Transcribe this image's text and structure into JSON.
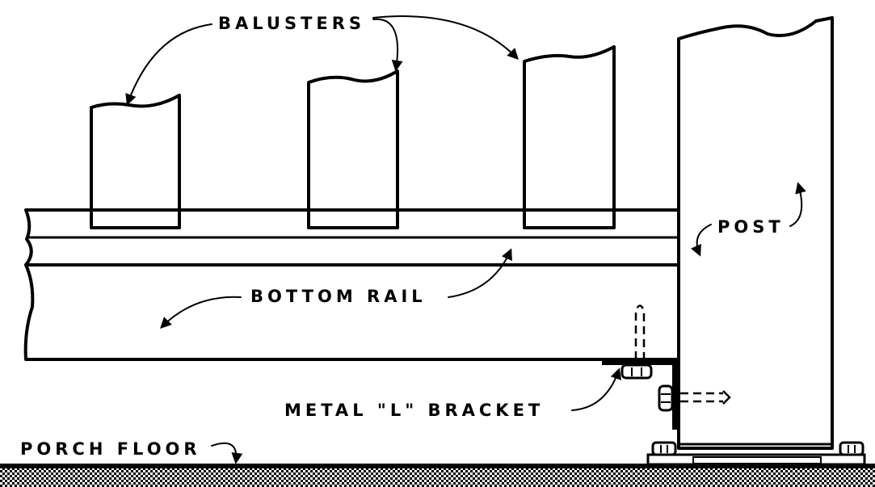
{
  "diagram": {
    "title": "Porch railing bottom rail to post connection",
    "colors": {
      "ink": "#000000",
      "paper": "#ffffff"
    },
    "labels": {
      "balusters": "BALUSTERS",
      "bottom_rail": "BOTTOM RAIL",
      "post": "POST",
      "bracket": "METAL \"L\" BRACKET",
      "porch_floor": "PORCH FLOOR"
    },
    "components": [
      "balusters",
      "bottom-rail",
      "post",
      "metal-l-bracket",
      "bolts",
      "lag-screw",
      "post-base-plate",
      "porch-floor"
    ]
  }
}
